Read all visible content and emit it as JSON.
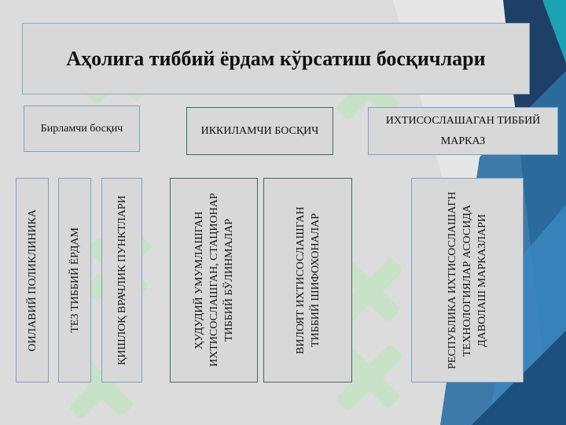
{
  "title": "Аҳолига тиббий ёрдам кўрсатиш босқичлари",
  "levels": [
    {
      "label": "Бирламчи босқич"
    },
    {
      "label": "ИККИЛАМЧИ БОСҚИЧ"
    },
    {
      "label": "ИХТИСОСЛАШАГАН ТИББИЙ МАРКАЗ"
    }
  ],
  "facilities": [
    {
      "label": "ОИЛАВИЙ ПОЛИКЛИНИКА"
    },
    {
      "label": "ТЕЗ ТИББИЙ ЁРДАМ"
    },
    {
      "label": "ҚИШЛОҚ ВРАЧЛИК ПУНКТЛАРИ"
    },
    {
      "label": "ҲУДУДИЙ УМУМЛАШГАН ИХТИСОСЛАШГАН, СТАЦИОНАР ТИББИЙ БЎЛИНМАЛАР"
    },
    {
      "label": "ВИЛОЯТ ИХТИСОСЛАШГАН ТИББИЙ ШИФОХОНАЛАР"
    },
    {
      "label": "РЕСПУБЛИКА ИХТИСОСЛАШАГН ТЕХНОЛОГИЯЛАР АСОСИДА ДАВОЛАШ МАРКАЗЛАРИ"
    }
  ],
  "colors": {
    "background": "#dcdcdc",
    "box_fill": "#d8d8d8",
    "border_blue": "#7fa3c6",
    "border_dark": "#3e6b60",
    "accent_blue": "#1f5b8a",
    "watermark_green": "#b8e8b8"
  },
  "watermark": "soft"
}
